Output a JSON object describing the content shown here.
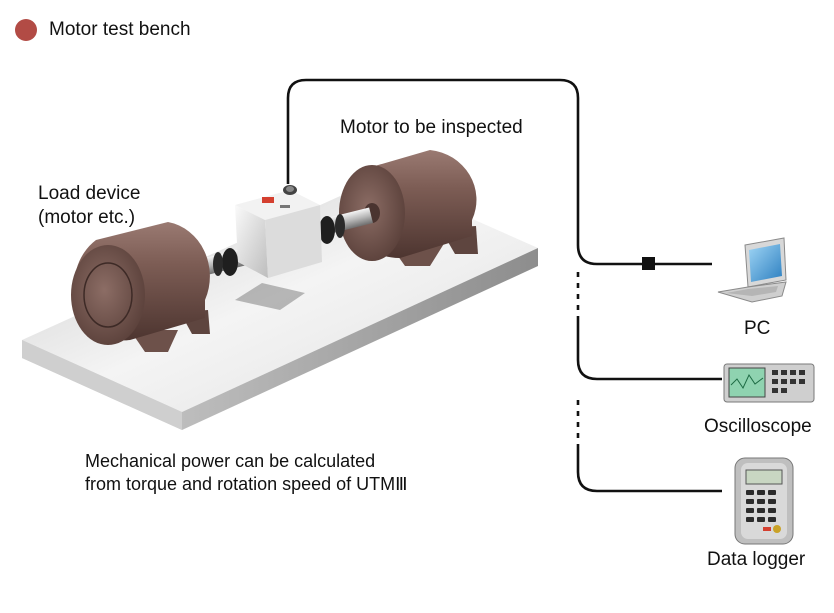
{
  "title": "Motor test bench",
  "colors": {
    "title_dot": "#b24b45",
    "motor_body": "#7a5a52",
    "bench": "#dcdcdc",
    "cable": "#111111",
    "screen": "#3a9ad6"
  },
  "labels": {
    "motor": "Motor to be inspected",
    "load_line1": "Load device",
    "load_line2": "(motor etc.)",
    "pc": "PC",
    "oscilloscope": "Oscilloscope",
    "data_logger": "Data logger"
  },
  "note": {
    "line1": "Mechanical power can be calculated",
    "line2": "from torque and rotation speed of UTMⅢ"
  }
}
